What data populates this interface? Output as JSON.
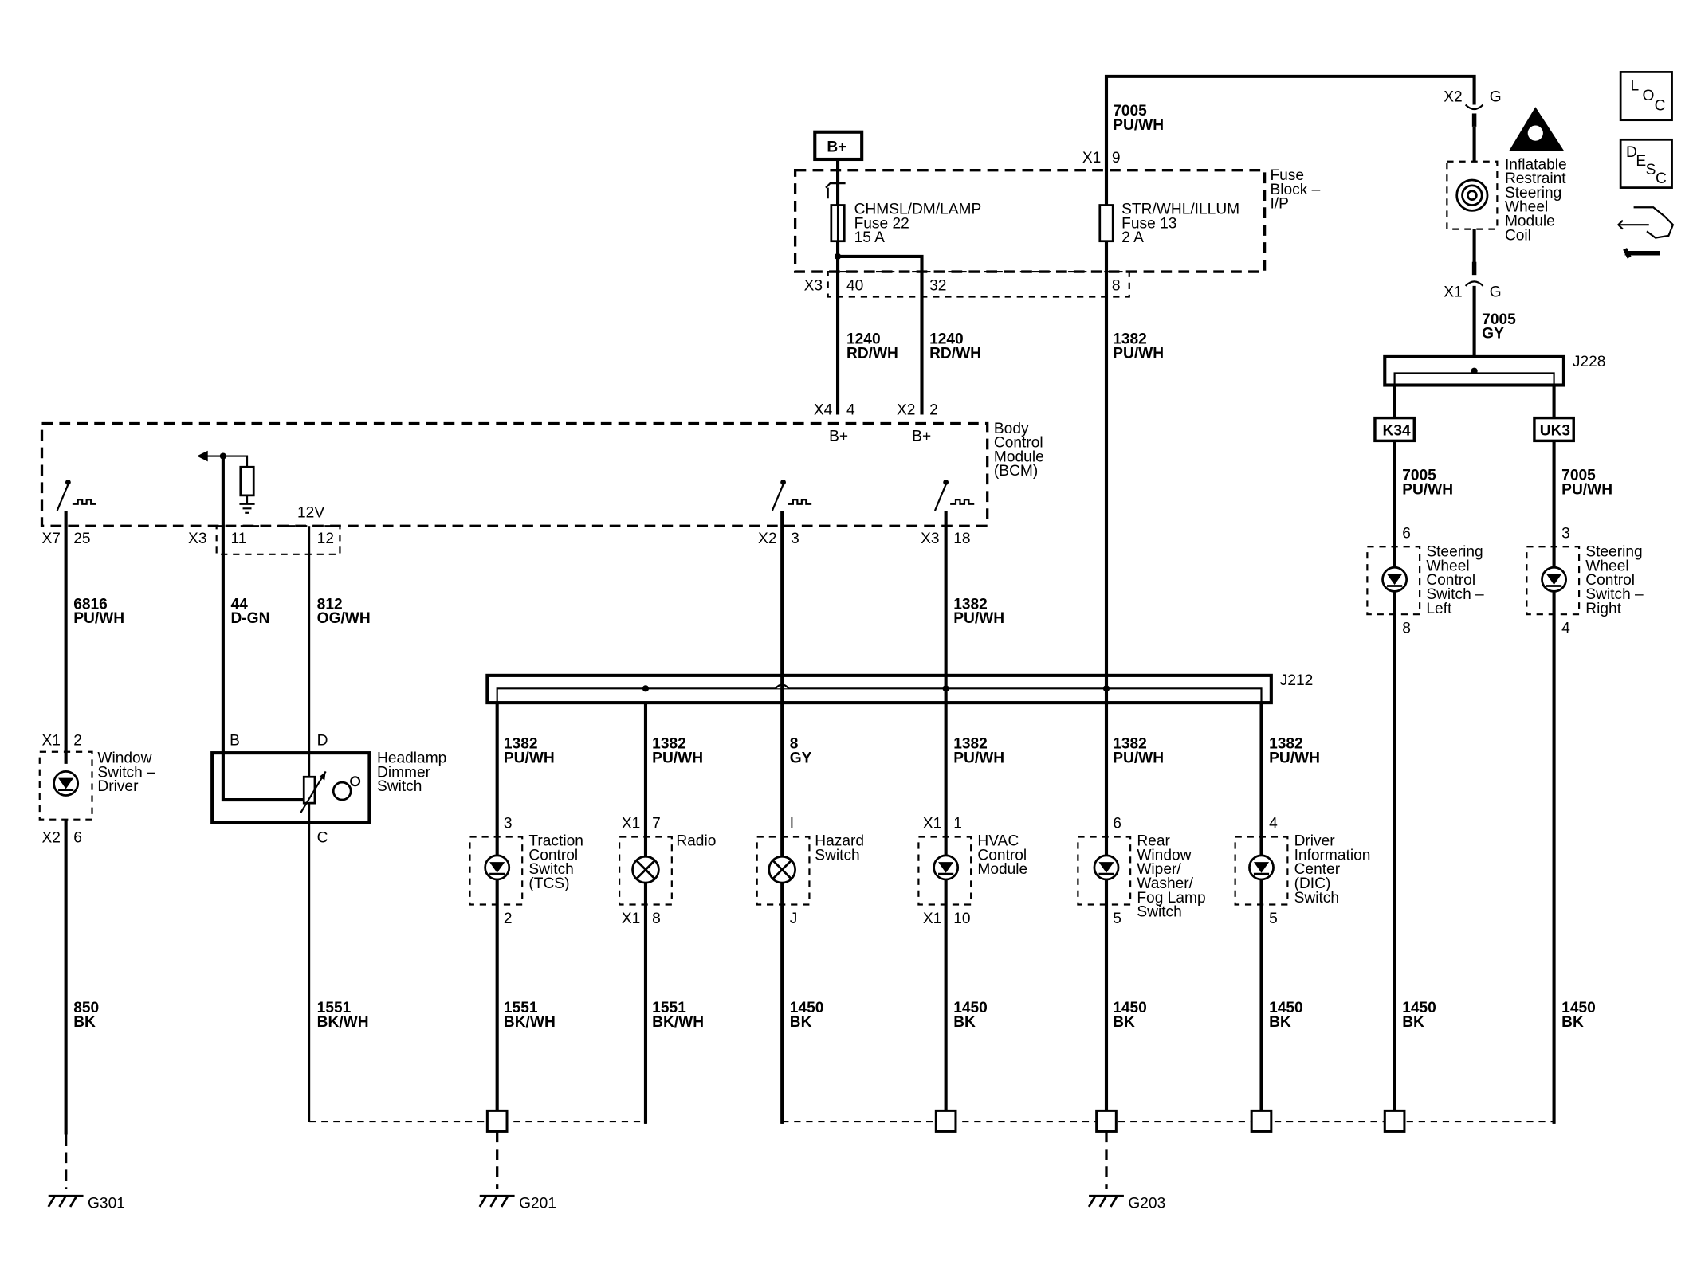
{
  "icons": {
    "loc": {
      "l": "L",
      "o": "O",
      "c": "C"
    },
    "desc": {
      "d": "D",
      "e": "E",
      "s": "S",
      "c": "C"
    }
  },
  "battery": "B+",
  "fuse_block": {
    "title": [
      "Fuse",
      "Block –",
      "I/P"
    ],
    "fuse22": [
      "CHMSL/DM/LAMP",
      "Fuse 22",
      "15 A"
    ],
    "fuse13": [
      "STR/WHL/ILLUM",
      "Fuse 13",
      "2 A"
    ],
    "conn_x1": "X1",
    "pin_9": "9",
    "conn_x3": "X3",
    "pin_40": "40",
    "pin_32": "32",
    "pin_8": "8"
  },
  "wires": {
    "w7005_top": [
      "7005",
      "PU/WH"
    ],
    "w1240a": [
      "1240",
      "RD/WH"
    ],
    "w1240b": [
      "1240",
      "RD/WH"
    ],
    "w1382_main": [
      "1382",
      "PU/WH"
    ],
    "w7005_gy": [
      "7005",
      "GY"
    ],
    "w7005_l": [
      "7005",
      "PU/WH"
    ],
    "w7005_r": [
      "7005",
      "PU/WH"
    ],
    "w6816": [
      "6816",
      "PU/WH"
    ],
    "w44": [
      "44",
      "D-GN"
    ],
    "w812": [
      "812",
      "OG/WH"
    ],
    "w1382_bcm": [
      "1382",
      "PU/WH"
    ],
    "w1382_tcs": [
      "1382",
      "PU/WH"
    ],
    "w1382_radio": [
      "1382",
      "PU/WH"
    ],
    "w8": [
      "8",
      "GY"
    ],
    "w1382_hvac": [
      "1382",
      "PU/WH"
    ],
    "w1382_rear": [
      "1382",
      "PU/WH"
    ],
    "w1382_dic": [
      "1382",
      "PU/WH"
    ],
    "w850": [
      "850",
      "BK"
    ],
    "w1551_a": [
      "1551",
      "BK/WH"
    ],
    "w1551_b": [
      "1551",
      "BK/WH"
    ],
    "w1551_c": [
      "1551",
      "BK/WH"
    ],
    "w1450_a": [
      "1450",
      "BK"
    ],
    "w1450_b": [
      "1450",
      "BK"
    ],
    "w1450_c": [
      "1450",
      "BK"
    ],
    "w1450_d": [
      "1450",
      "BK"
    ],
    "w1450_e": [
      "1450",
      "BK"
    ],
    "w1450_f": [
      "1450",
      "BK"
    ]
  },
  "bcm": {
    "title": [
      "Body",
      "Control",
      "Module",
      "(BCM)"
    ],
    "x4": "X4",
    "p4": "4",
    "bplus_a": "B+",
    "x2": "X2",
    "p2": "2",
    "bplus_b": "B+",
    "x7": "X7",
    "p25": "25",
    "x3": "X3",
    "p11": "11",
    "p12": "12",
    "v12": "12V",
    "x2b": "X2",
    "p3": "3",
    "x3b": "X3",
    "p18": "18"
  },
  "airbag": {
    "x2": "X2",
    "g_top": "G",
    "x1": "X1",
    "g_bot": "G",
    "title": [
      "Inflatable",
      "Restraint",
      "Steering",
      "Wheel",
      "Module",
      "Coil"
    ]
  },
  "splices": {
    "j228": "J228",
    "j212": "J212",
    "k34": "K34",
    "uk3": "UK3"
  },
  "swc_left": {
    "title": [
      "Steering",
      "Wheel",
      "Control",
      "Switch –",
      "Left"
    ],
    "pin_top": "6",
    "pin_bot": "8"
  },
  "swc_right": {
    "title": [
      "Steering",
      "Wheel",
      "Control",
      "Switch –",
      "Right"
    ],
    "pin_top": "3",
    "pin_bot": "4"
  },
  "window": {
    "title": [
      "Window",
      "Switch –",
      "Driver"
    ],
    "x1": "X1",
    "p_top": "2",
    "x2": "X2",
    "p_bot": "6"
  },
  "dimmer": {
    "title": [
      "Headlamp",
      "Dimmer",
      "Switch"
    ],
    "pin_b": "B",
    "pin_d": "D",
    "pin_c": "C"
  },
  "tcs": {
    "title": [
      "Traction",
      "Control",
      "Switch",
      "(TCS)"
    ],
    "p_top": "3",
    "p_bot": "2"
  },
  "radio": {
    "title": [
      "Radio"
    ],
    "x1a": "X1",
    "p_top": "7",
    "x1b": "X1",
    "p_bot": "8"
  },
  "hazard": {
    "title": [
      "Hazard",
      "Switch"
    ],
    "p_top": "I",
    "p_bot": "J"
  },
  "hvac": {
    "title": [
      "HVAC",
      "Control",
      "Module"
    ],
    "x1a": "X1",
    "p_top": "1",
    "x1b": "X1",
    "p_bot": "10"
  },
  "rear": {
    "title": [
      "Rear",
      "Window",
      "Wiper/",
      "Washer/",
      "Fog Lamp",
      "Switch"
    ],
    "p_top": "6",
    "p_bot": "5"
  },
  "dic": {
    "title": [
      "Driver",
      "Information",
      "Center",
      "(DIC)",
      "Switch"
    ],
    "p_top": "4",
    "p_bot": "5"
  },
  "grounds": {
    "g301": "G301",
    "g201": "G201",
    "g203": "G203"
  }
}
